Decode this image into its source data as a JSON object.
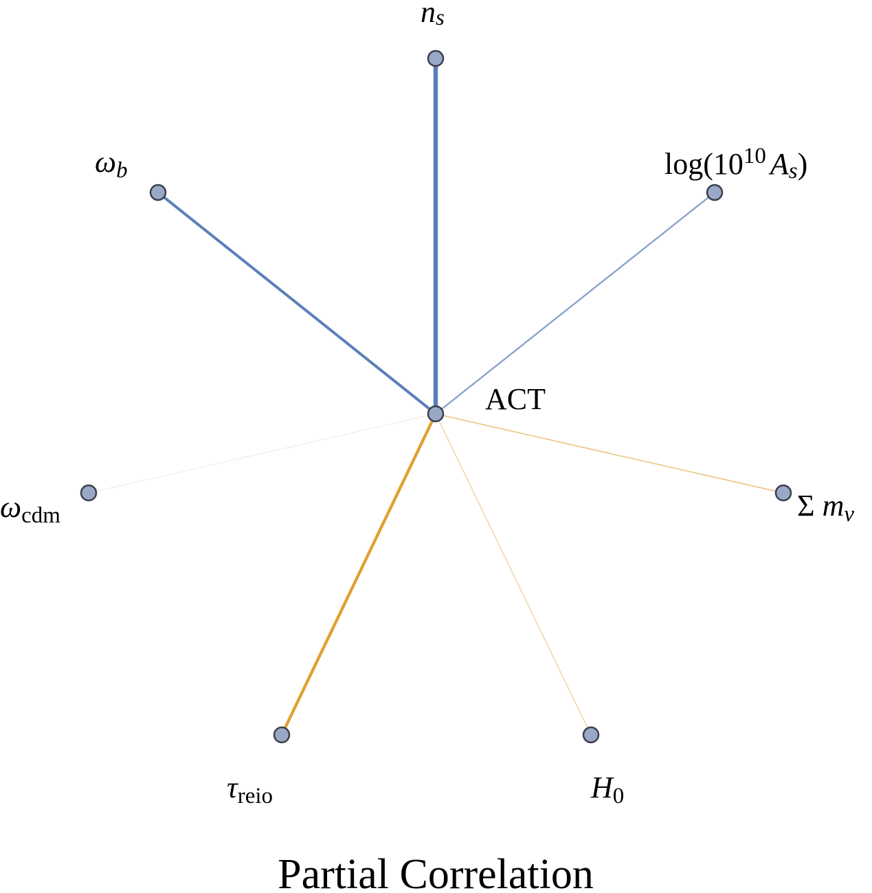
{
  "title": "Partial Correlation",
  "center": {
    "id": "ACT",
    "label": "ACT"
  },
  "colors": {
    "positive": "#5b7fb8",
    "negative": "#e0a030",
    "node_fill": "#9aa8c8",
    "node_stroke": "#3a3f4a"
  },
  "edges": [
    {
      "id": "ns",
      "label_main": "n",
      "label_sub": "s",
      "sign": "positive",
      "strength": 0.95
    },
    {
      "id": "logAs",
      "label_pre": "log(10",
      "label_sup": "10",
      "label_main": "A",
      "label_sub": "s",
      "label_post": ")",
      "sign": "positive",
      "strength": 0.3
    },
    {
      "id": "summnu",
      "label_pre": "Σ ",
      "label_main": "m",
      "label_sub": "ν",
      "sign": "negative",
      "strength": 0.18
    },
    {
      "id": "H0",
      "label_main": "H",
      "label_sub": "0",
      "sign": "negative",
      "strength": 0.12
    },
    {
      "id": "tau",
      "label_main": "τ",
      "label_sub": "reio",
      "sign": "negative",
      "strength": 0.6
    },
    {
      "id": "wcdm",
      "label_main": "ω",
      "label_sub": "cdm",
      "sign": "neutral",
      "strength": 0.05
    },
    {
      "id": "wb",
      "label_main": "ω",
      "label_sub": "b",
      "sign": "positive",
      "strength": 0.55
    }
  ]
}
